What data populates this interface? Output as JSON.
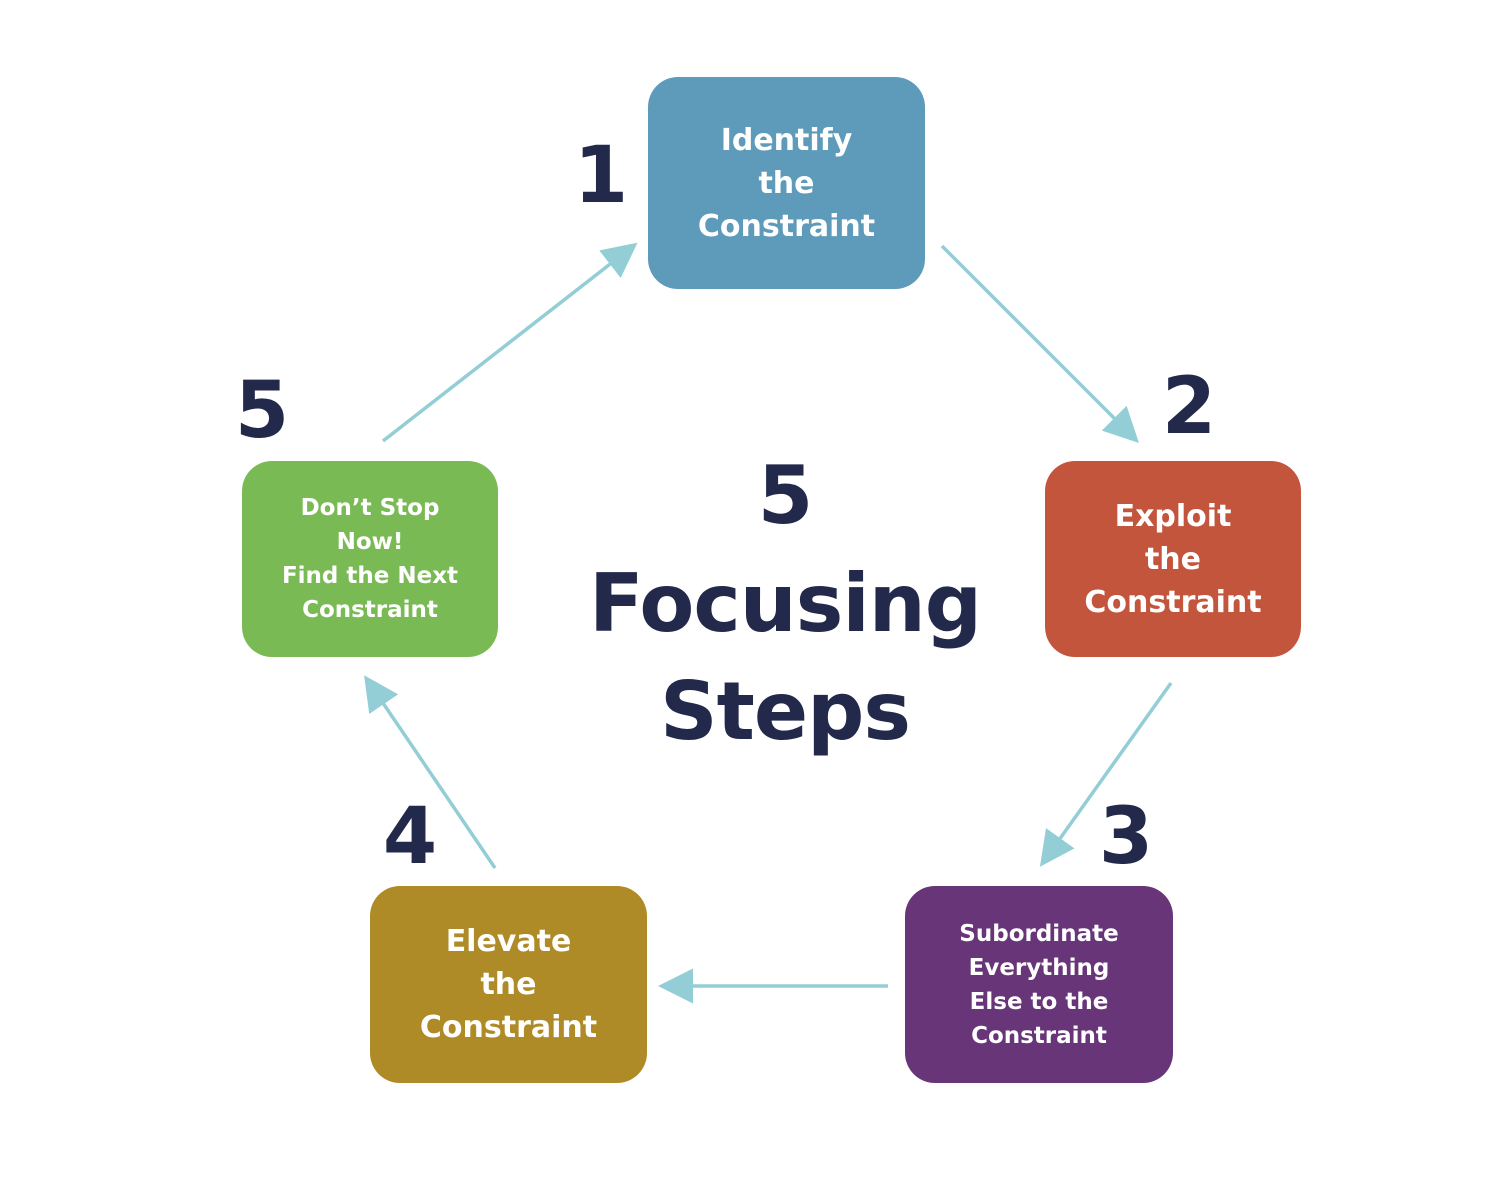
{
  "title": {
    "line1": "5 Focusing",
    "line2": "Steps"
  },
  "steps": [
    {
      "number": "1",
      "lines": [
        "Identify",
        "the",
        "Constraint"
      ],
      "color": "#5e9aba"
    },
    {
      "number": "2",
      "lines": [
        "Exploit",
        "the",
        "Constraint"
      ],
      "color": "#c4553d"
    },
    {
      "number": "3",
      "lines": [
        "Subordinate",
        "Everything",
        "Else to the",
        "Constraint"
      ],
      "color": "#673578"
    },
    {
      "number": "4",
      "lines": [
        "Elevate",
        "the",
        "Constraint"
      ],
      "color": "#af8b27"
    },
    {
      "number": "5",
      "lines": [
        "Don’t Stop",
        "Now!",
        "Find the Next",
        "Constraint"
      ],
      "color": "#7aba55"
    }
  ],
  "colors": {
    "text_dark": "#23294a",
    "arrow": "#93cdd6",
    "background": "#ffffff"
  }
}
